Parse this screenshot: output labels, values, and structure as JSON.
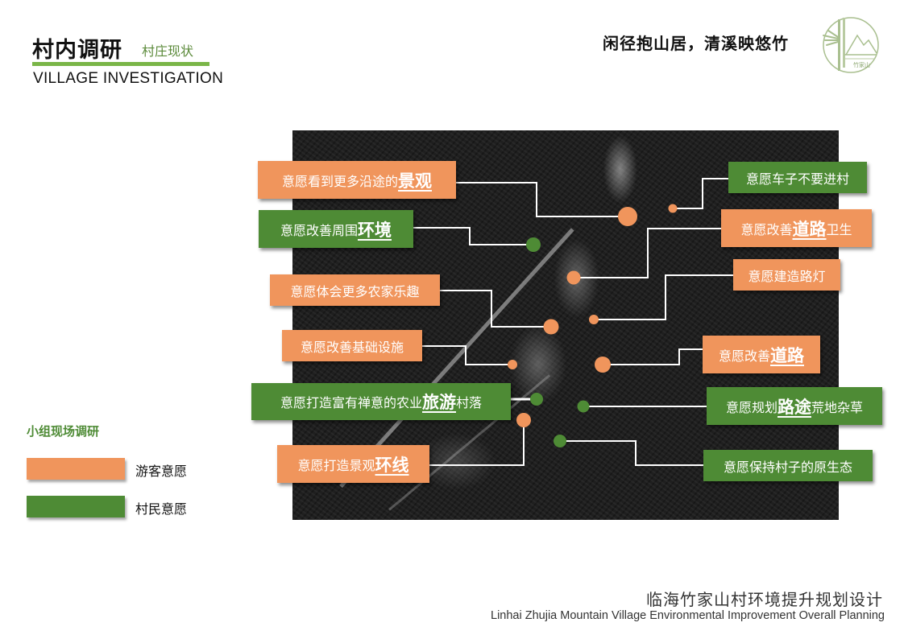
{
  "header": {
    "title": "村内调研",
    "subtitle": "村庄现状",
    "title_en": "VILLAGE INVESTIGATION",
    "slogan": "闲径抱山居，清溪映悠竹",
    "logo_text": "竹家山",
    "accent_color": "#7ab648"
  },
  "colors": {
    "tourist": "#f0955c",
    "villager": "#4e8b35"
  },
  "labels": [
    {
      "id": "l1",
      "type": "tourist",
      "prefix": "意愿看到更多沿途的",
      "em": "景观",
      "suffix": ""
    },
    {
      "id": "l2",
      "type": "villager",
      "prefix": "意愿改善周围",
      "em": "环境",
      "suffix": ""
    },
    {
      "id": "l3",
      "type": "tourist",
      "prefix": "意愿体会更多农家乐趣",
      "em": "",
      "suffix": ""
    },
    {
      "id": "l4",
      "type": "tourist",
      "prefix": "意愿改善基础设施",
      "em": "",
      "suffix": ""
    },
    {
      "id": "l5",
      "type": "villager",
      "prefix": "意愿打造富有禅意的农业",
      "em": "旅游",
      "suffix": "村落"
    },
    {
      "id": "l6",
      "type": "tourist",
      "prefix": "意愿打造景观",
      "em": "环线",
      "suffix": ""
    },
    {
      "id": "r1",
      "type": "villager",
      "prefix": "意愿车子不要进村",
      "em": "",
      "suffix": ""
    },
    {
      "id": "r2",
      "type": "tourist",
      "prefix": "意愿改善",
      "em": "道路",
      "suffix": "卫生"
    },
    {
      "id": "r3",
      "type": "tourist",
      "prefix": "意愿建造路灯",
      "em": "",
      "suffix": ""
    },
    {
      "id": "r4",
      "type": "tourist",
      "prefix": "意愿改善",
      "em": "道路",
      "suffix": ""
    },
    {
      "id": "r5",
      "type": "villager",
      "prefix": "意愿规划",
      "em": "路途",
      "suffix": "荒地杂草"
    },
    {
      "id": "r6",
      "type": "villager",
      "prefix": "意愿保持村子的原生态",
      "em": "",
      "suffix": ""
    }
  ],
  "legend": {
    "title": "小组现场调研",
    "items": [
      {
        "label": "游客意愿",
        "color": "#f0955c"
      },
      {
        "label": "村民意愿",
        "color": "#4e8b35"
      }
    ]
  },
  "footer": {
    "title_cn": "临海竹家山村环境提升规划设计",
    "title_en": "Linhai Zhujia Mountain Village Environmental Improvement Overall Planning"
  }
}
